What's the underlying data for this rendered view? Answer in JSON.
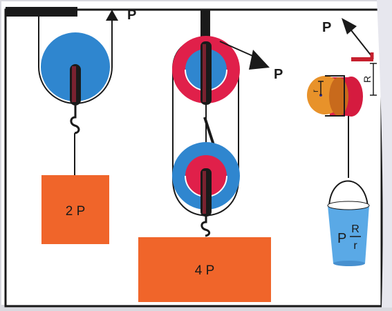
{
  "colors": {
    "paper": "#ffffff",
    "frame": "#1a1a1a",
    "blue": "#2f86cf",
    "red": "#e0204a",
    "orange": "#f0652a",
    "bucket": "#5aa9e6",
    "drum": "#e8922a",
    "ink": "#111111"
  },
  "figure": {
    "left": {
      "force_label": "P",
      "load_label": "2 P"
    },
    "middle": {
      "force_label": "P",
      "load_label": "4 P"
    },
    "right": {
      "force_label": "P",
      "bucket_P": "P",
      "bucket_num": "R",
      "bucket_den": "r",
      "radius_big": "R",
      "radius_small": "r"
    }
  }
}
